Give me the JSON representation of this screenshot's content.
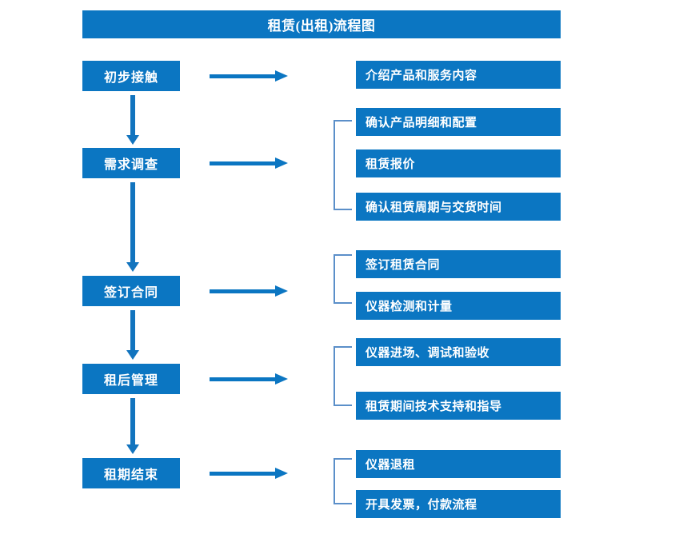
{
  "chart_data": {
    "type": "diagram",
    "title": "租赁(出租)流程图",
    "orientation": "vertical-left-stages-with-right-details",
    "stages": [
      {
        "label": "初步接触",
        "details": [
          "介绍产品和服务内容"
        ]
      },
      {
        "label": "需求调查",
        "details": [
          "确认产品明细和配置",
          "租赁报价",
          "确认租赁周期与交货时间"
        ]
      },
      {
        "label": "签订合同",
        "details": [
          "签订租赁合同",
          "仪器检测和计量"
        ]
      },
      {
        "label": "租后管理",
        "details": [
          "仪器进场、调试和验收",
          "租赁期间技术支持和指导"
        ]
      },
      {
        "label": "租期结束",
        "details": [
          "仪器退租",
          "开具发票，付款流程"
        ]
      }
    ]
  },
  "header": {
    "title": "租赁(出租)流程图"
  },
  "stages": [
    {
      "label": "初步接触"
    },
    {
      "label": "需求调查"
    },
    {
      "label": "签订合同"
    },
    {
      "label": "租后管理"
    },
    {
      "label": "租期结束"
    }
  ],
  "details": [
    {
      "label": "介绍产品和服务内容"
    },
    {
      "label": "确认产品明细和配置"
    },
    {
      "label": "租赁报价"
    },
    {
      "label": "确认租赁周期与交货时间"
    },
    {
      "label": "签订租赁合同"
    },
    {
      "label": "仪器检测和计量"
    },
    {
      "label": "仪器进场、调试和验收"
    },
    {
      "label": "租赁期间技术支持和指导"
    },
    {
      "label": "仪器退租"
    },
    {
      "label": "开具发票，付款流程"
    }
  ],
  "colors": {
    "box_fill": "#0B76C2",
    "box_text": "#FFFFFF",
    "arrow": "#1274BE",
    "bracket": "#5B8FC9",
    "background": "#FFFFFF"
  }
}
